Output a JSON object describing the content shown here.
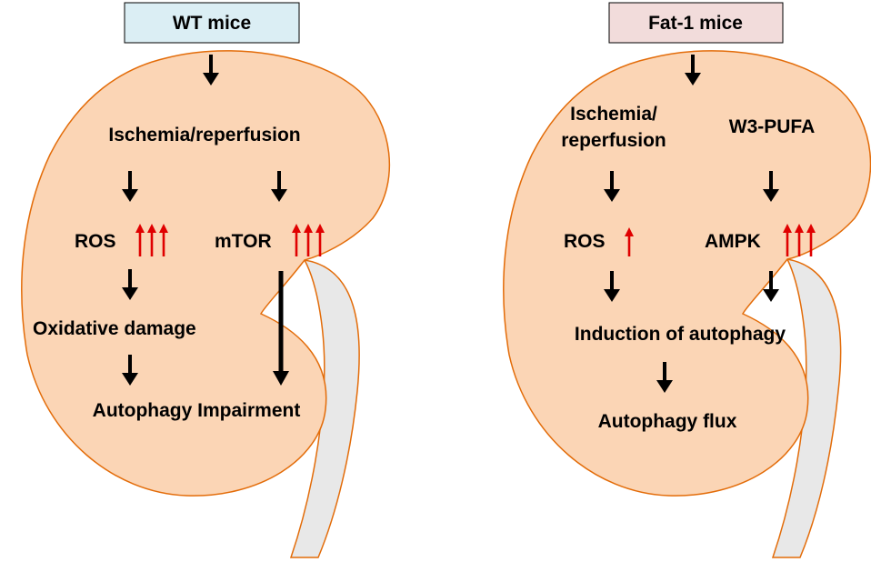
{
  "colors": {
    "kidney_fill": "#FBD5B5",
    "kidney_stroke": "#E36C09",
    "ureter_fill": "#E8E8E8",
    "arrow_black": "#000000",
    "arrow_red": "#E00000",
    "wt_header_bg": "#DBEEF4",
    "fat1_header_bg": "#F2DCDB"
  },
  "left": {
    "header": "WT mice",
    "trigger": "Ischemia/reperfusion",
    "ros": "ROS",
    "mtor": "mTOR",
    "oxidative": "Oxidative damage",
    "outcome": "Autophagy Impairment"
  },
  "right": {
    "header": "Fat-1 mice",
    "trigger_line1": "Ischemia/",
    "trigger_line2": "reperfusion",
    "pufa": "W3-PUFA",
    "ros": "ROS",
    "ampk": "AMPK",
    "induction": "Induction of autophagy",
    "outcome": "Autophagy flux"
  },
  "icons": {
    "down_arrow": "down-arrow-icon",
    "up_arrow": "up-arrow-icon"
  }
}
